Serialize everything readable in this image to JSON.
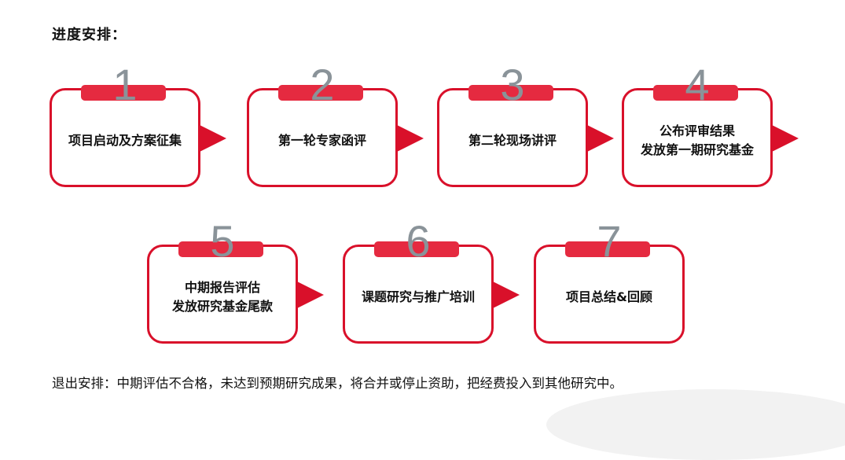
{
  "heading": "进度安排：",
  "steps": [
    {
      "number": "1",
      "lines": [
        "项目启动及方案征集"
      ]
    },
    {
      "number": "2",
      "lines": [
        "第一轮专家函评"
      ]
    },
    {
      "number": "3",
      "lines": [
        "第二轮现场讲评"
      ]
    },
    {
      "number": "4",
      "lines": [
        "公布评审结果",
        "发放第一期研究基金"
      ]
    },
    {
      "number": "5",
      "lines": [
        "中期报告评估",
        "发放研究基金尾款"
      ]
    },
    {
      "number": "6",
      "lines": [
        "课题研究与推广培训"
      ]
    },
    {
      "number": "7",
      "lines": [
        "项目总结&回顾"
      ]
    }
  ],
  "footer": "退出安排：中期评估不合格，未达到预期研究成果，将合并或停止资助，把经费投入到其他研究中。",
  "colors": {
    "accent": "#d9102a",
    "tab": "#e52a40",
    "number": "#8a9399"
  }
}
